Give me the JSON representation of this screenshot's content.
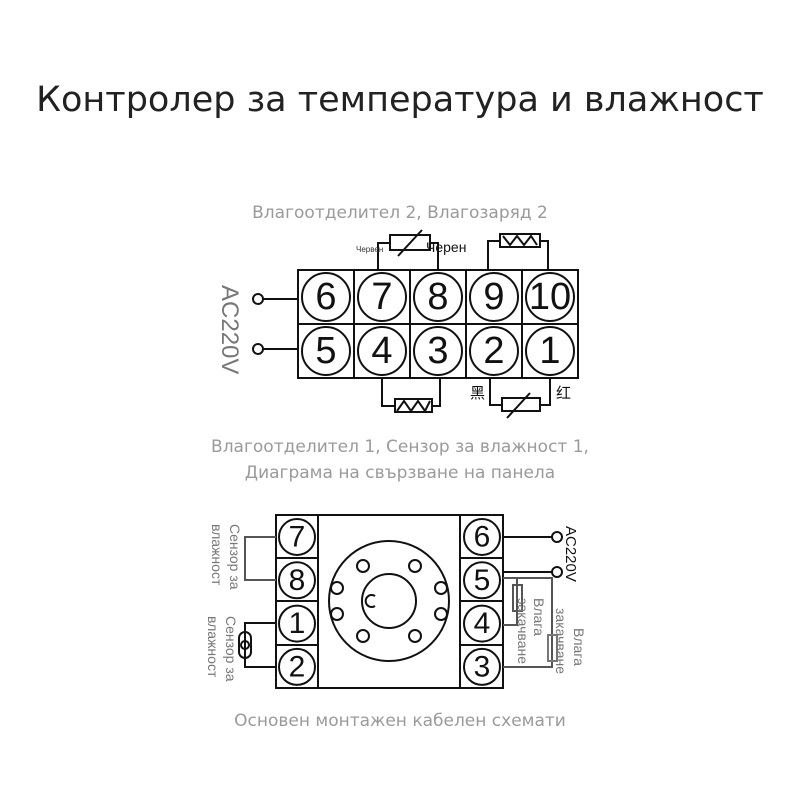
{
  "title": "Контролер за температура и влажност",
  "top_diagram": {
    "caption_top": "Влагоотделител 2, Влагозаряд 2",
    "caption_bottom_1": "Влагоотделител 1, Сензор за влажност 1,",
    "caption_bottom_2": "Диаграма на свързване на панела",
    "power_label": "AC220V",
    "label_red_small": "Червен",
    "label_black": "Черен",
    "label_black_cn": "黑",
    "label_red_cn": "红",
    "top_row": [
      "6",
      "7",
      "8",
      "9",
      "10"
    ],
    "bottom_row": [
      "5",
      "4",
      "3",
      "2",
      "1"
    ]
  },
  "bottom_diagram": {
    "caption": "Основен монтажен кабелен схемати",
    "left_pins": [
      "7",
      "8",
      "1",
      "2"
    ],
    "right_pins": [
      "6",
      "5",
      "4",
      "3"
    ],
    "power_label": "AC220V",
    "sensor_label_1": "Сензор за",
    "sensor_label_1b": "влажност",
    "sensor_label_2": "Сензор за",
    "sensor_label_2b": "влажност",
    "humid_label_1": "Влага",
    "humid_label_1b": "закачване",
    "humid_label_2": "Влага",
    "humid_label_2b": "закачване"
  }
}
